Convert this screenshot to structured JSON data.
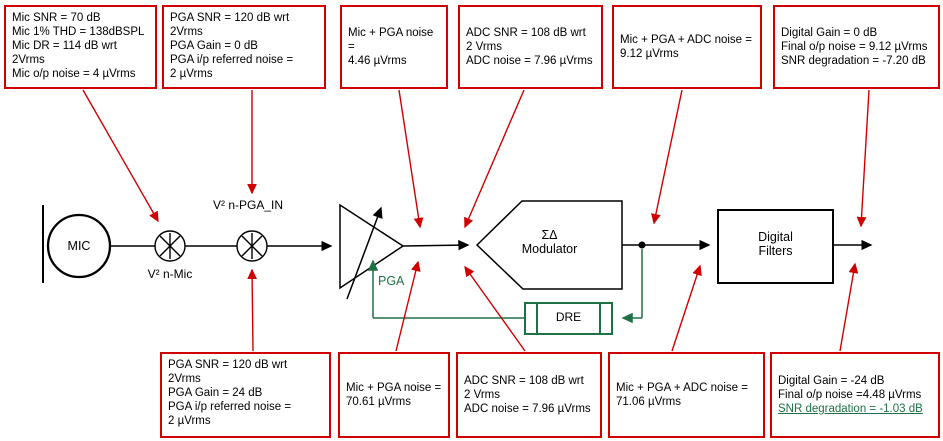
{
  "colors": {
    "callout_border": "#d00000",
    "leader_arrow": "#d00000",
    "feedback_green": "#1e7145",
    "wire_black": "#000000"
  },
  "callouts": {
    "top": [
      {
        "text": "Mic SNR = 70 dB\nMic 1% THD = 138dBSPL\nMic DR = 114 dB wrt\n2Vrms\nMic o/p noise = 4 µVrms"
      },
      {
        "text": "PGA SNR = 120 dB wrt\n2Vrms\nPGA Gain = 0 dB\nPGA i/p referred noise =\n2 µVrms"
      },
      {
        "text": "Mic + PGA noise =\n4.46 µVrms"
      },
      {
        "text": "ADC SNR = 108 dB wrt\n2 Vrms\nADC noise = 7.96 µVrms"
      },
      {
        "text": "Mic + PGA + ADC noise =\n9.12 µVrms"
      },
      {
        "text": "Digital Gain = 0 dB\nFinal o/p noise = 9.12 µVrms\nSNR degradation = -7.20 dB"
      }
    ],
    "bottom": [
      {
        "text": "PGA SNR = 120 dB wrt\n2Vrms\nPGA Gain = 24 dB\nPGA i/p referred noise =\n2 µVrms"
      },
      {
        "text": "Mic + PGA noise =\n70.61 µVrms"
      },
      {
        "text": "ADC SNR = 108 dB wrt\n2 Vrms\nADC noise = 7.96 µVrms"
      },
      {
        "text": "Mic + PGA + ADC noise =\n71.06 µVrms"
      },
      {
        "text": "Digital Gain = -24 dB\nFinal o/p noise =4.48 µVrms",
        "highlight": "SNR degradation = -1.03 dB"
      }
    ]
  },
  "diagram": {
    "mic_label": "MIC",
    "noise_source_mic_label": "V² n-Mic",
    "noise_source_pga_label": "V² n-PGA_IN",
    "pga_label": "PGA",
    "modulator_label": "ΣΔ\nModulator",
    "dre_label": "DRE",
    "digital_filters_label": "Digital\nFilters"
  }
}
